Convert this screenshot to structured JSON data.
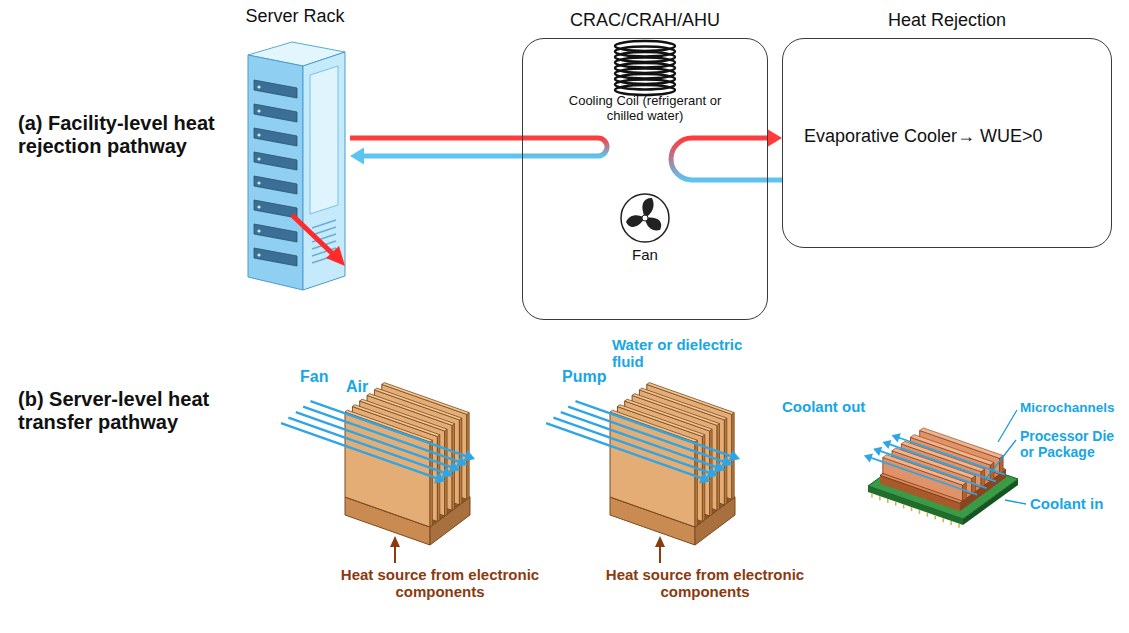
{
  "diagram": {
    "nodes": [
      {
        "text": [
          "Server Rack"
        ]
      },
      {
        "text": [
          "CRAC/CRAH/AHU",
          "Cooling Coil (refrigerant or chilled water)",
          "Fan"
        ]
      },
      {
        "text": [
          "Heat Rejection",
          "Evaporative Cooler→ WUE>0"
        ]
      }
    ],
    "edges": [
      {
        "from": 0,
        "to": 1,
        "arrow": "none"
      },
      {
        "from": 1,
        "to": 0,
        "arrow": "to"
      },
      {
        "from": 1,
        "to": 2,
        "arrow": "to"
      },
      {
        "from": 2,
        "to": 1,
        "arrow": "none"
      }
    ],
    "labels": [
      "(a) Facility-level heat rejection pathway",
      "(b) Server-level heat transfer pathway",
      "Fan",
      "Air",
      "Heat source from electronic components",
      "Pump",
      "Water or dielectric fluid",
      "Heat source from electronic components",
      "Coolant out",
      "Microchannels",
      "Processor Die or Package",
      "Coolant in"
    ]
  }
}
